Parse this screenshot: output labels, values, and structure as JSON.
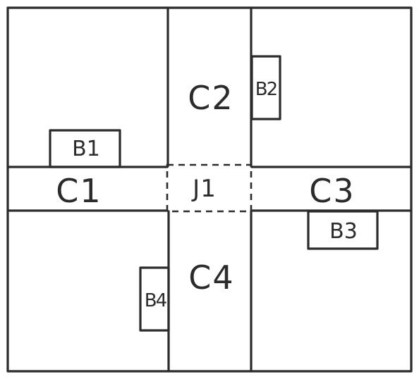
{
  "diagram": {
    "stroke_color": "#2b2b2b",
    "corridors": [
      {
        "id": "c1",
        "label": "C1"
      },
      {
        "id": "c2",
        "label": "C2"
      },
      {
        "id": "c3",
        "label": "C3"
      },
      {
        "id": "c4",
        "label": "C4"
      }
    ],
    "junction": {
      "label": "J1"
    },
    "boxes": [
      {
        "id": "b1",
        "label": "B1"
      },
      {
        "id": "b2",
        "label": "B2"
      },
      {
        "id": "b3",
        "label": "B3"
      },
      {
        "id": "b4",
        "label": "B4"
      }
    ]
  }
}
